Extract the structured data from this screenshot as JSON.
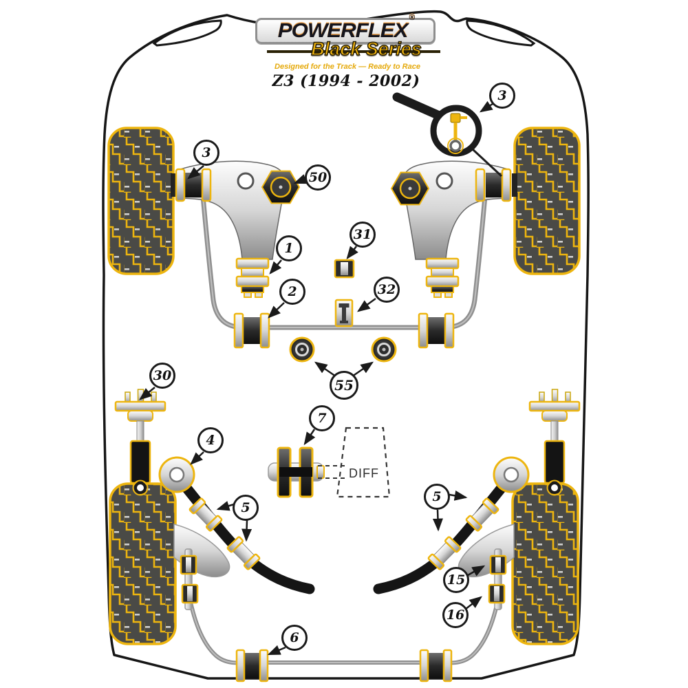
{
  "header": {
    "brand": "POWERFLEX",
    "registered_mark": "®",
    "series": "Black Series",
    "tagline": "Designed for the Track — Ready to Race",
    "model": "Z3 (1994 - 2002)"
  },
  "diagram": {
    "diff_label": "DIFF",
    "callouts": {
      "front_arm_front_bush": "3",
      "magnifier_detail": "3",
      "steering_nut": "50",
      "front_arm_rear_bush": "1",
      "front_arb_bush": "2",
      "bush_31": "31",
      "bush_32": "32",
      "engine_mounts": "55",
      "rear_shock_top_mount": "30",
      "diff_mount": "7",
      "rear_arm_front_bush": "4",
      "rear_beam_bush_left": "5",
      "rear_beam_bush_right": "5",
      "rear_arb_bush": "6",
      "rear_link_upper": "15",
      "rear_link_lower": "16"
    },
    "colors": {
      "accent_gold": "#EDB50F",
      "tread_dark": "#4A4A46",
      "line_black": "#1A1A1A",
      "bar_gray": "#8F8F8F"
    }
  }
}
